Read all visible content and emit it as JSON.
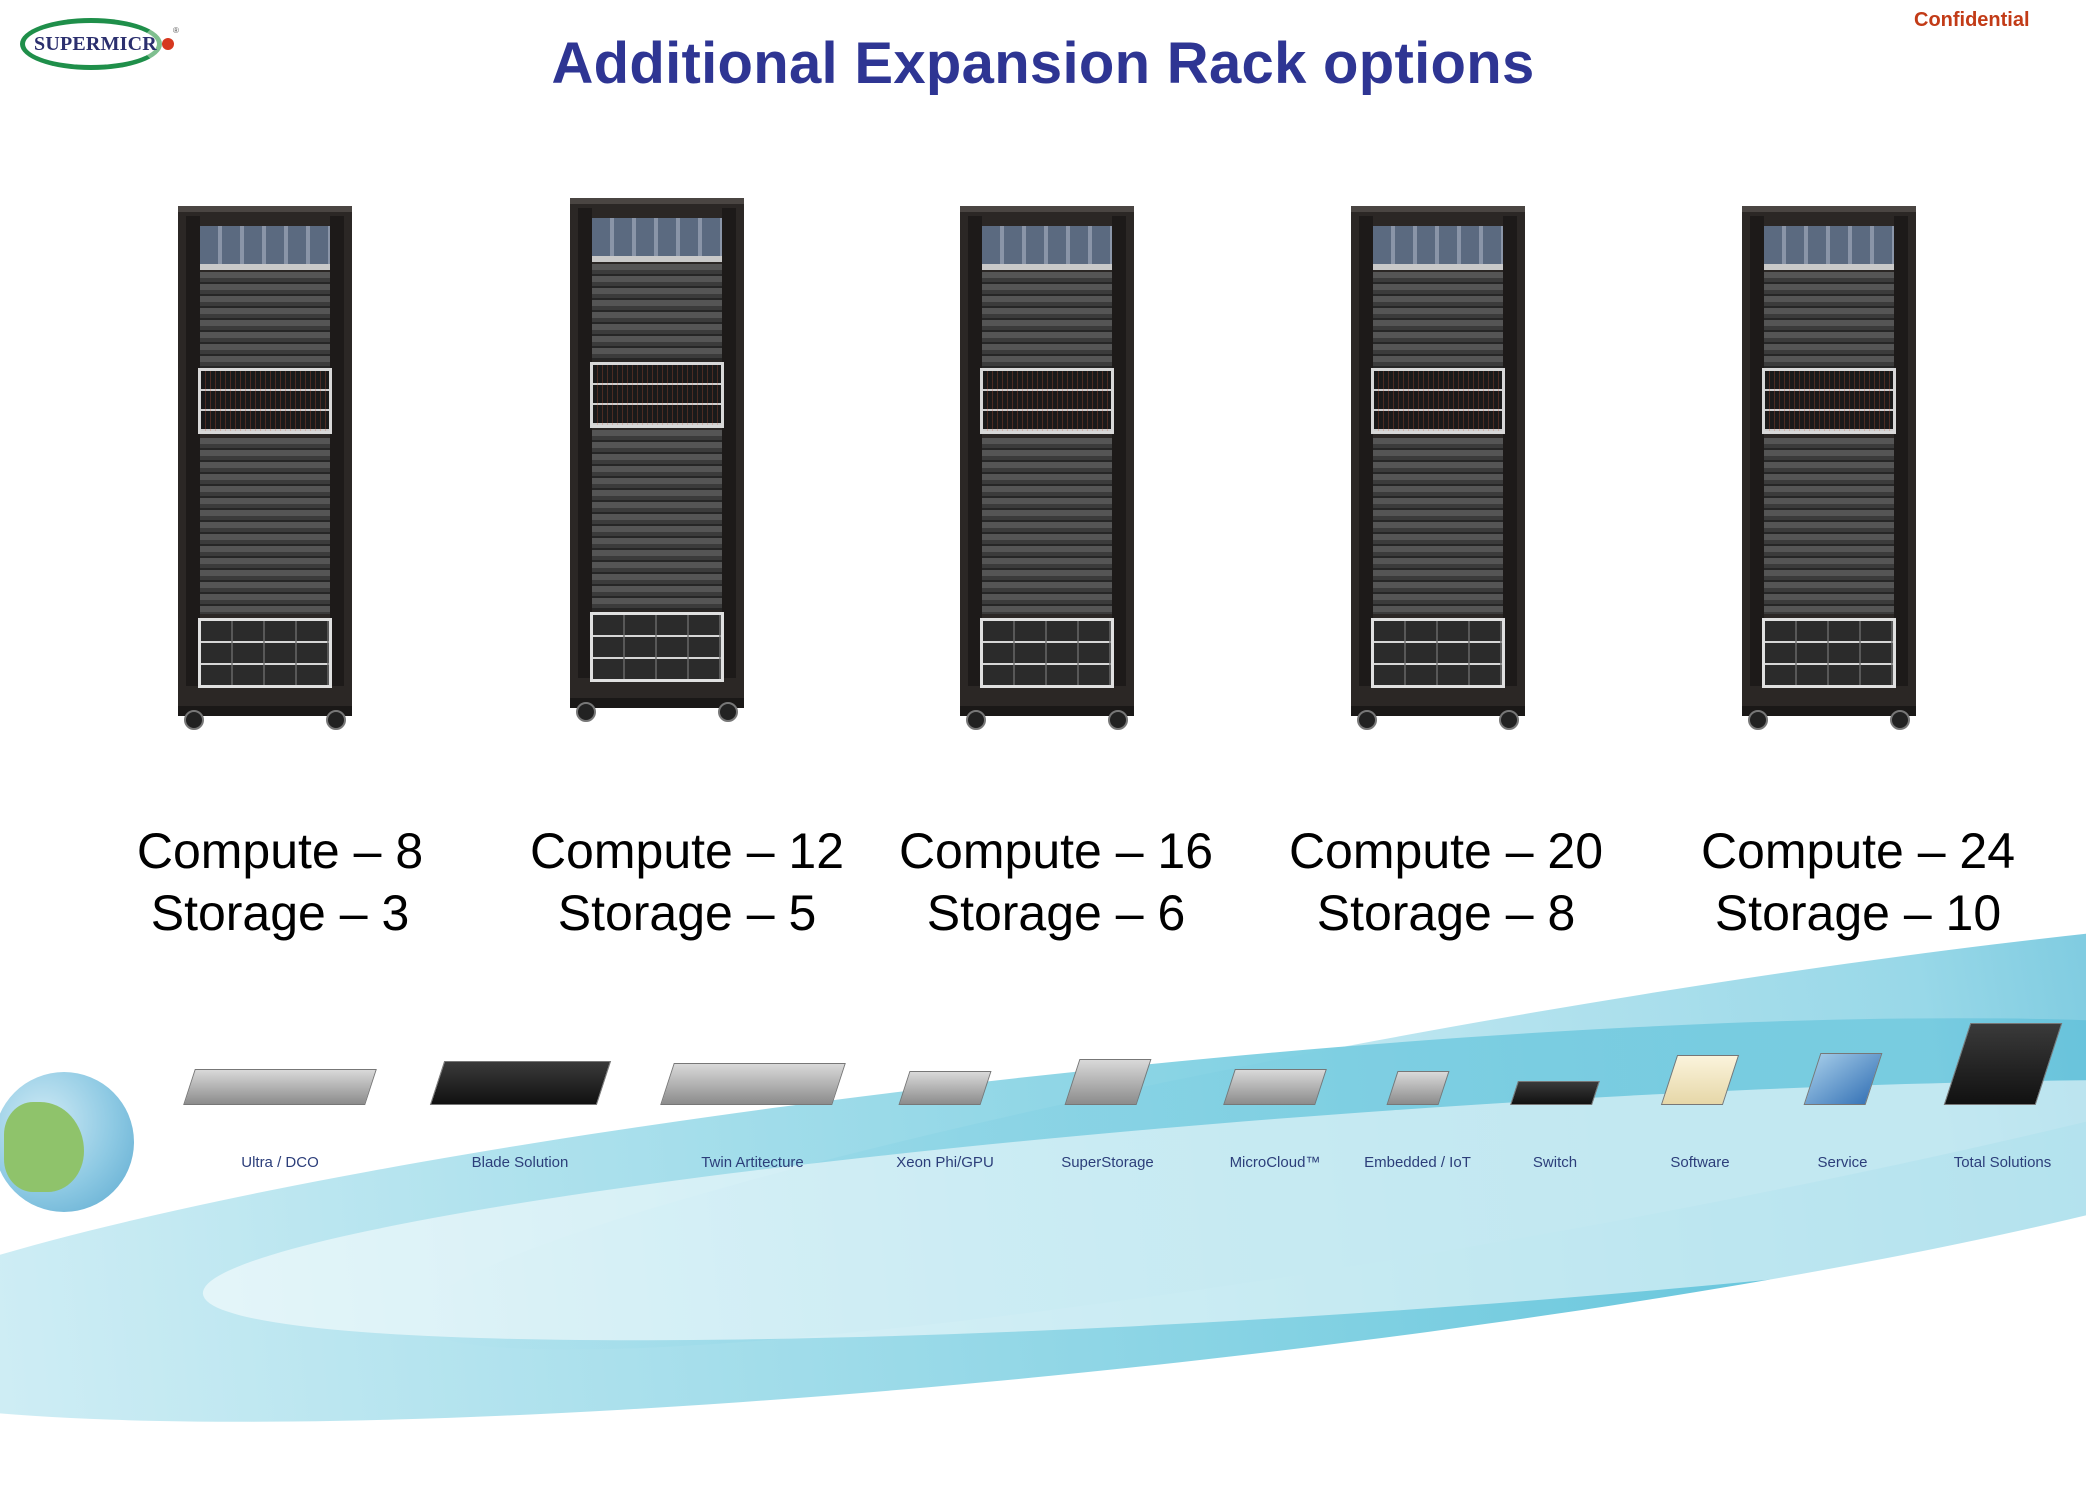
{
  "header": {
    "logo_text": "SUPERMICR",
    "confidential": "Confidential",
    "title": "Additional Expansion Rack options"
  },
  "racks": [
    {
      "compute_label": "Compute – 8",
      "storage_label": "Storage – 3",
      "compute": 8,
      "storage": 3
    },
    {
      "compute_label": "Compute – 12",
      "storage_label": "Storage – 5",
      "compute": 12,
      "storage": 5
    },
    {
      "compute_label": "Compute – 16",
      "storage_label": "Storage – 6",
      "compute": 16,
      "storage": 6
    },
    {
      "compute_label": "Compute – 20",
      "storage_label": "Storage – 8",
      "compute": 20,
      "storage": 8
    },
    {
      "compute_label": "Compute – 24",
      "storage_label": "Storage – 10",
      "compute": 24,
      "storage": 10
    }
  ],
  "footer": {
    "products": [
      {
        "label": "Ultra / DCO",
        "icon": "server-1u-icon"
      },
      {
        "label": "Blade Solution",
        "icon": "blade-enclosure-icon"
      },
      {
        "label": "Twin Artitecture",
        "icon": "twin-server-icon"
      },
      {
        "label": "Xeon Phi/GPU",
        "icon": "gpu-server-icon"
      },
      {
        "label": "SuperStorage",
        "icon": "storage-server-icon"
      },
      {
        "label": "MicroCloud™",
        "icon": "microcloud-icon"
      },
      {
        "label": "Embedded / IoT",
        "icon": "embedded-box-icon"
      },
      {
        "label": "Switch",
        "icon": "network-switch-icon"
      },
      {
        "label": "Software",
        "icon": "software-windows-icon"
      },
      {
        "label": "Service",
        "icon": "service-gears-icon"
      },
      {
        "label": "Total Solutions",
        "icon": "datacenter-racks-icon"
      }
    ]
  },
  "colors": {
    "title": "#2e3593",
    "confidential": "#c23b17",
    "logo_ring": "#1f8f4a",
    "logo_dot": "#d6381f",
    "footer_label": "#2c3e7a"
  }
}
